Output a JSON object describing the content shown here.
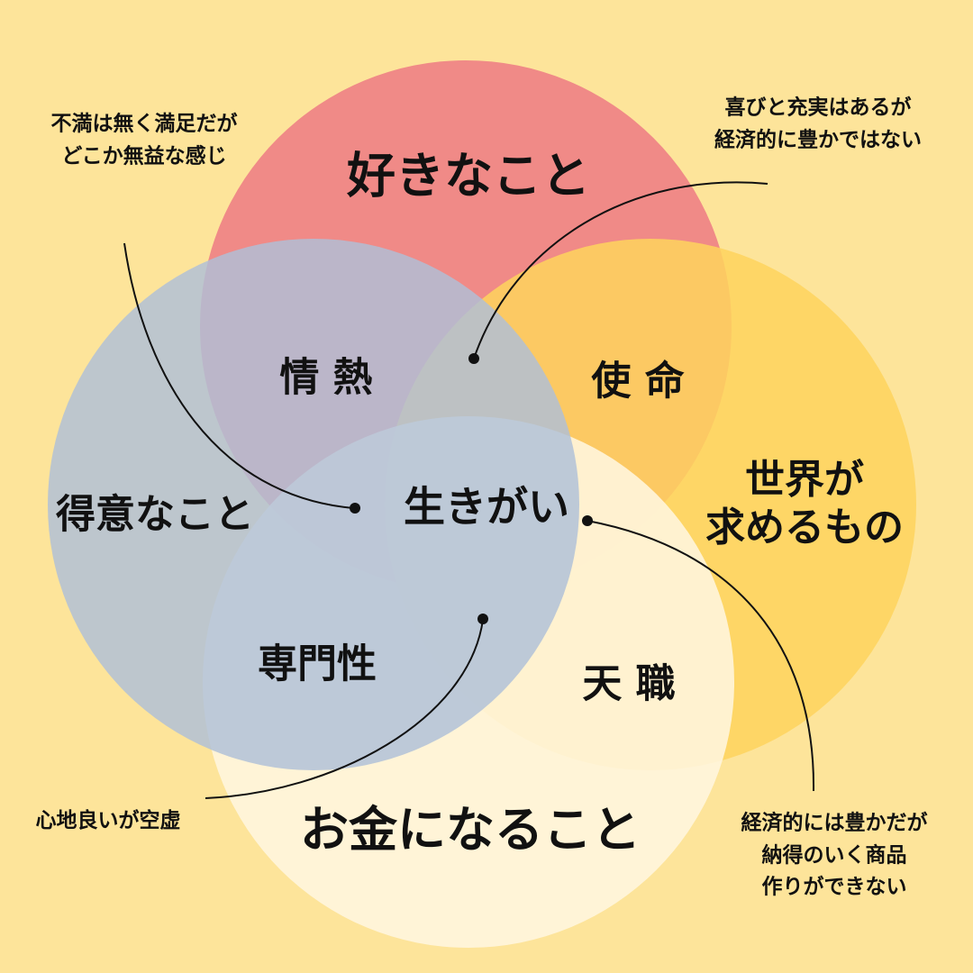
{
  "colors": {
    "background": "#fde49a",
    "love": "#f08a87",
    "skill": "#aec0d8",
    "need": "#fed45d",
    "money": "#fff6df"
  },
  "circles": {
    "love": "好きなこと",
    "skill": "得意なこと",
    "need": [
      "世界が",
      "求めるもの"
    ],
    "money": "お金になること"
  },
  "overlaps": {
    "passion": "情 熱",
    "mission": "使 命",
    "profession": "専門性",
    "vocation": "天 職",
    "ikigai": "生きがい"
  },
  "annotations": {
    "love_skill": [
      "不満は無く満足だが",
      "どこか無益な感じ"
    ],
    "love_need": [
      "喜びと充実はあるが",
      "経済的に豊かではない"
    ],
    "skill_money": [
      "心地良いが空虚"
    ],
    "need_money": [
      "経済的には豊かだが",
      "納得のいく商品",
      "作りができない"
    ]
  }
}
